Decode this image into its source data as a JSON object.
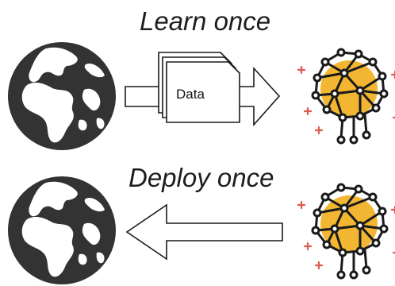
{
  "top_row": {
    "caption": "Learn once",
    "data_label": "Data"
  },
  "bottom_row": {
    "caption": "Deploy once"
  },
  "icons": [
    "globe-icon",
    "ai-brain-icon"
  ],
  "colors": {
    "icon_dark": "#333333",
    "brain_accent": "#F2B632",
    "sparkle": "#E05A4E",
    "stroke": "#1a1a1a"
  }
}
